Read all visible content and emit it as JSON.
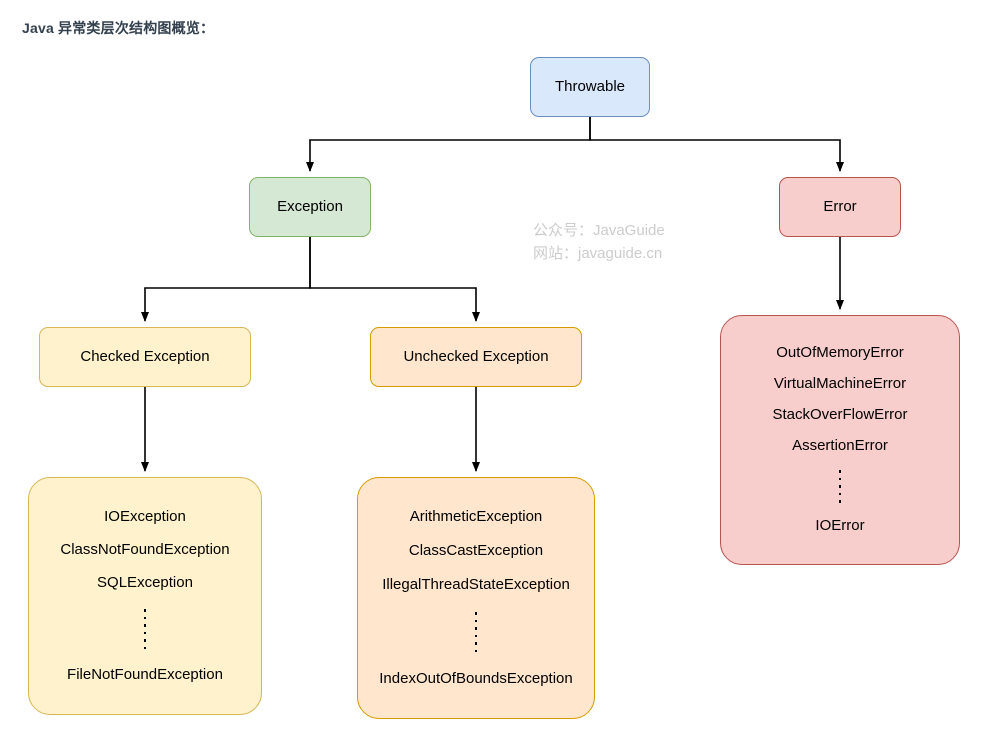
{
  "page": {
    "title": "Java 异常类层次结构图概览："
  },
  "watermark": {
    "line1": "公众号：JavaGuide",
    "line2": "网站：javaguide.cn"
  },
  "colors": {
    "title": "#33404e",
    "throwable_fill": "#dae8fc",
    "throwable_stroke": "#6c8ebf",
    "exception_fill": "#d5e8d4",
    "exception_stroke": "#82b366",
    "error_fill": "#f8cecc",
    "error_stroke": "#b85450",
    "checked_fill": "#fff2cc",
    "checked_stroke": "#d6b656",
    "unchecked_fill": "#ffe6cc",
    "unchecked_stroke": "#d79b00",
    "connector": "#000000",
    "watermark": "#cccccc"
  },
  "nodes": {
    "throwable": {
      "label": "Throwable"
    },
    "exception": {
      "label": "Exception"
    },
    "error": {
      "label": "Error"
    },
    "checked": {
      "label": "Checked Exception"
    },
    "unchecked": {
      "label": "Unchecked Exception"
    },
    "checked_list": {
      "entries": [
        "IOException",
        "ClassNotFoundException",
        "SQLException",
        "⋮",
        "FileNotFoundException"
      ]
    },
    "unchecked_list": {
      "entries": [
        "ArithmeticException",
        "ClassCastException",
        "IllegalThreadStateException",
        "⋮",
        "IndexOutOfBoundsException"
      ]
    },
    "error_list": {
      "entries": [
        "OutOfMemoryError",
        "VirtualMachineError",
        "StackOverFlowError",
        "AssertionError",
        "⋮",
        "IOError"
      ]
    }
  },
  "edges": [
    {
      "from": "Throwable",
      "to": "Exception"
    },
    {
      "from": "Throwable",
      "to": "Error"
    },
    {
      "from": "Exception",
      "to": "Checked Exception"
    },
    {
      "from": "Exception",
      "to": "Unchecked Exception"
    },
    {
      "from": "Checked Exception",
      "to": "Checked Exception List"
    },
    {
      "from": "Unchecked Exception",
      "to": "Unchecked Exception List"
    },
    {
      "from": "Error",
      "to": "Error List"
    }
  ]
}
